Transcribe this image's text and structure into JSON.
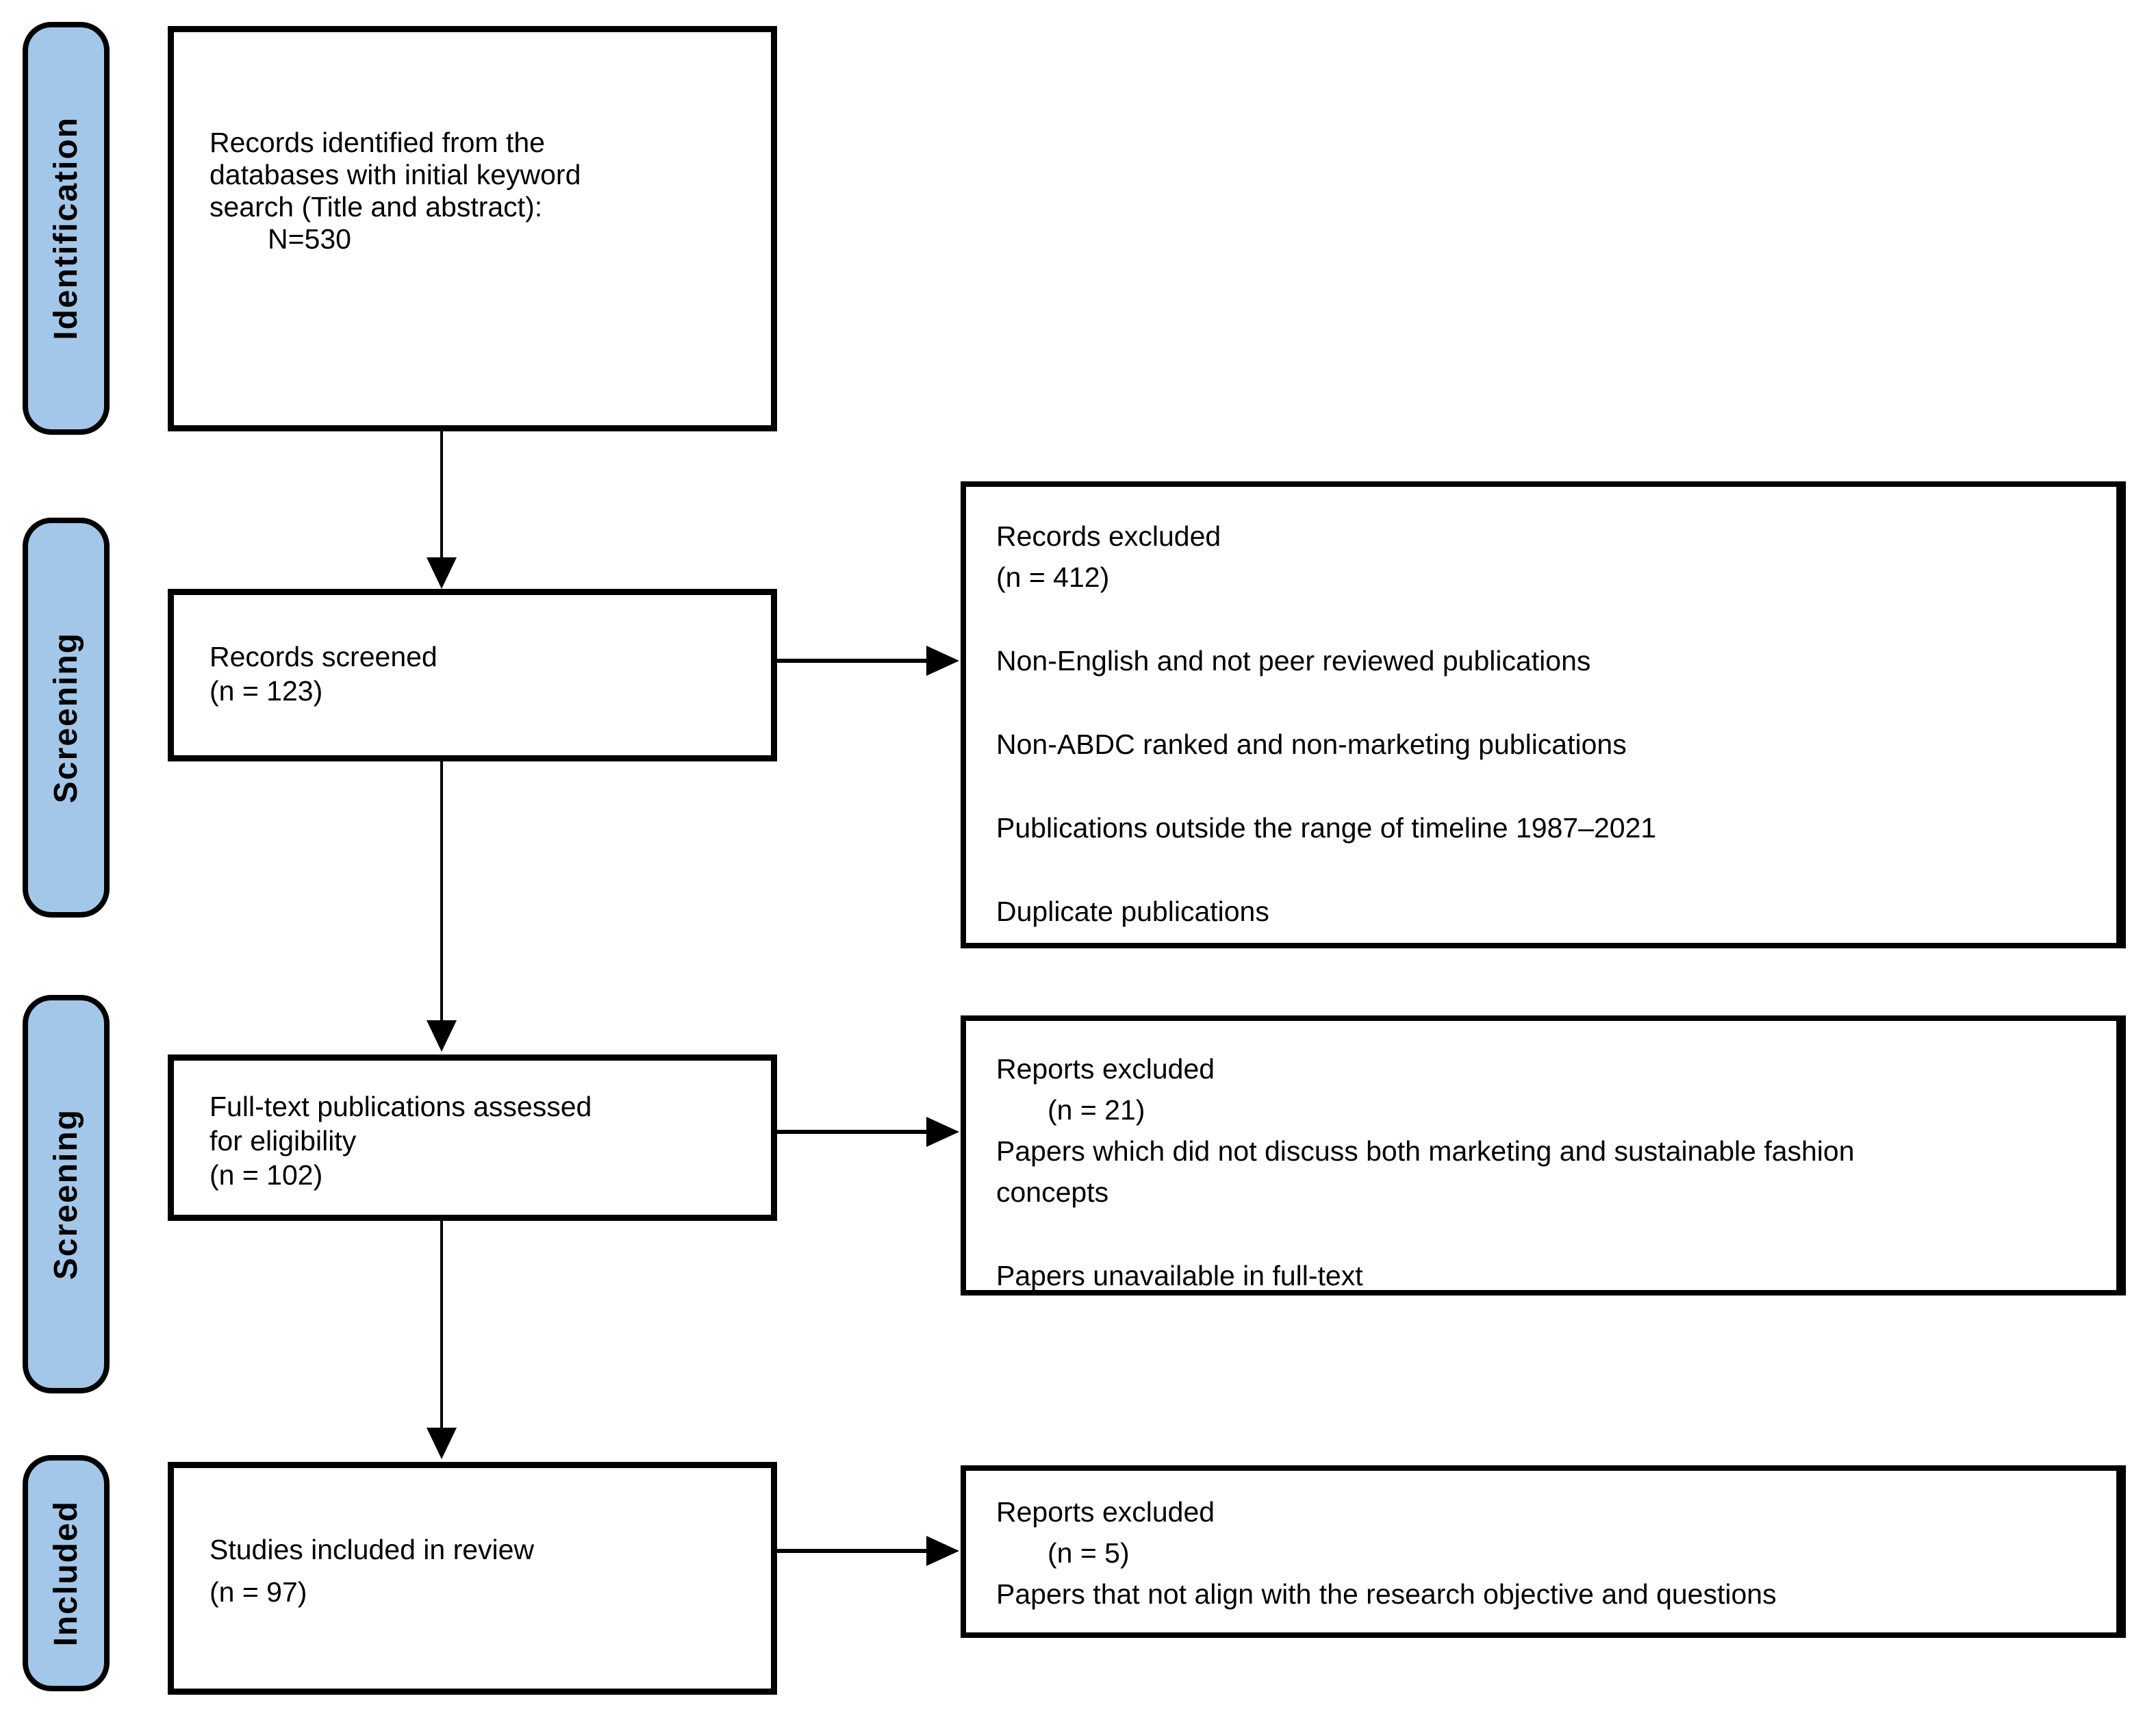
{
  "palette": {
    "label_fill": "#A3C7E8",
    "stroke": "#000000",
    "background": "#FFFFFF"
  },
  "stage_labels": [
    {
      "label": "Identification"
    },
    {
      "label": "Screening"
    },
    {
      "label": "Screening"
    },
    {
      "label": "Included"
    }
  ],
  "main_boxes": [
    {
      "lines": [
        "Records identified from the",
        "databases with initial keyword",
        "search (Title and abstract):"
      ],
      "count": "N=530"
    },
    {
      "lines": [
        "Records screened"
      ],
      "count": "(n = 123)"
    },
    {
      "lines": [
        "Full-text publications assessed",
        "for eligibility"
      ],
      "count": "(n = 102)"
    },
    {
      "lines": [
        "Studies included in review"
      ],
      "count": "(n = 97)"
    }
  ],
  "side_boxes": [
    {
      "title": "Records excluded",
      "count": "(n = 412)",
      "reasons": [
        "Non-English and not peer reviewed publications",
        "Non-ABDC ranked and non-marketing publications",
        "Publications outside the range of timeline 1987–2021",
        "Duplicate publications"
      ]
    },
    {
      "title": "Reports excluded",
      "count": "(n = 21)",
      "reasons": [
        "Papers which did not discuss both marketing and sustainable fashion concepts",
        "Papers unavailable in full-text"
      ]
    },
    {
      "title": "Reports excluded",
      "count": "(n = 5)",
      "reasons": [
        "Papers that not align with the research objective and questions"
      ]
    }
  ]
}
